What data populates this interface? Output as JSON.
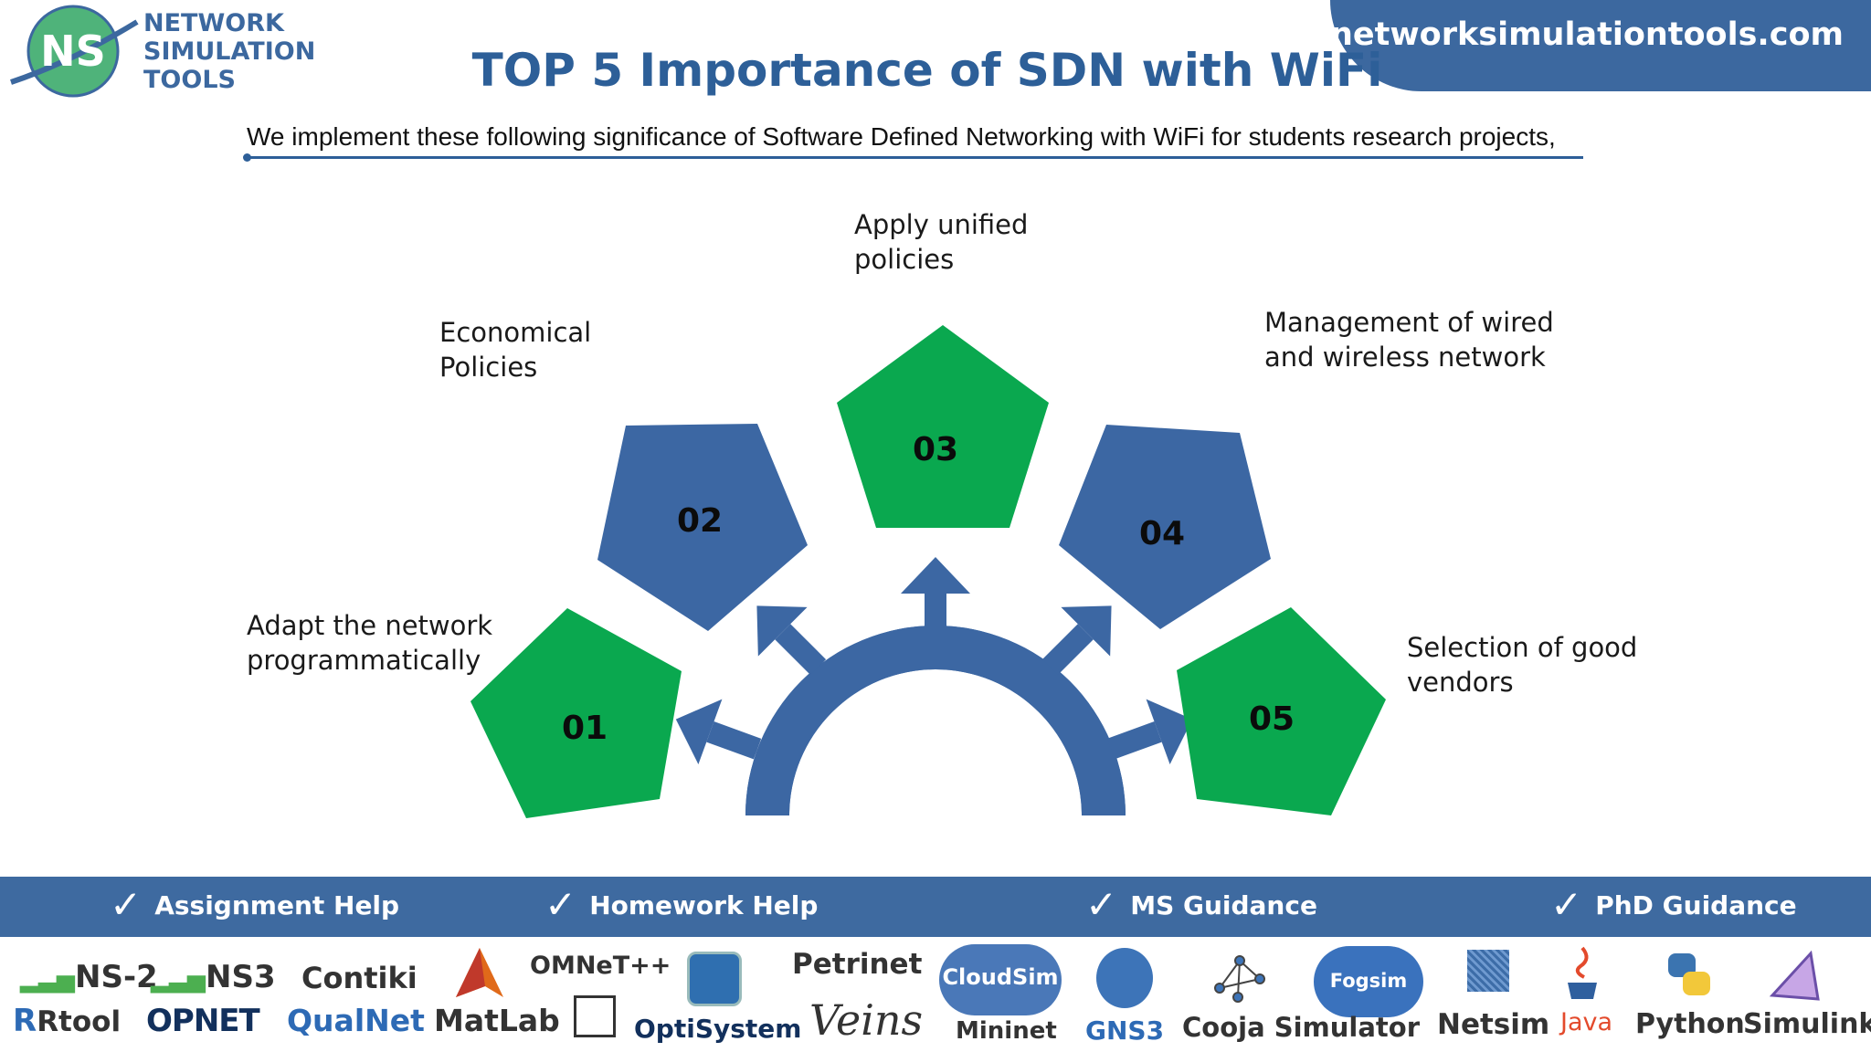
{
  "brand": {
    "logo_initials": "NS",
    "logo_lines": [
      "NETWORK",
      "SIMULATION",
      "TOOLS"
    ],
    "website": "networksimulationtools.com"
  },
  "header": {
    "title": "TOP 5 Importance of SDN with WiFi",
    "subtitle": "We implement these following significance of Software Defined Networking with WiFi  for students research projects,"
  },
  "diagram": {
    "items": [
      {
        "number": "01",
        "label_lines": [
          "Adapt the network",
          "programmatically"
        ],
        "color": "#0aa84f"
      },
      {
        "number": "02",
        "label_lines": [
          "Economical",
          "Policies"
        ],
        "color": "#3c67a3"
      },
      {
        "number": "03",
        "label_lines": [
          "Apply unified",
          "policies"
        ],
        "color": "#0aa84f"
      },
      {
        "number": "04",
        "label_lines": [
          "Management of wired",
          "and wireless network"
        ],
        "color": "#3c67a3"
      },
      {
        "number": "05",
        "label_lines": [
          "Selection of good",
          "vendors"
        ],
        "color": "#0aa84f"
      }
    ],
    "hub_color": "#3c67a3"
  },
  "services": [
    {
      "label": "Assignment Help"
    },
    {
      "label": "Homework Help"
    },
    {
      "label": "MS  Guidance"
    },
    {
      "label": "PhD  Guidance"
    }
  ],
  "tools": {
    "top_row": [
      "NS-2",
      "NS3",
      "Contiki",
      "OMNeT++",
      "Petrinet",
      "CloudSim",
      "Fogsim"
    ],
    "bottom_row": [
      "Rtool",
      "OPNET",
      "QualNet",
      "MatLab",
      "OptiSystem",
      "Veins",
      "Mininet",
      "GNS3",
      "Cooja Simulator",
      "Netsim",
      "Java",
      "Python",
      "Simulink"
    ]
  },
  "colors": {
    "brand_blue": "#3c689f",
    "title_blue": "#2d5f98",
    "green": "#0aa84f",
    "band_blue": "#3e6aa0"
  }
}
